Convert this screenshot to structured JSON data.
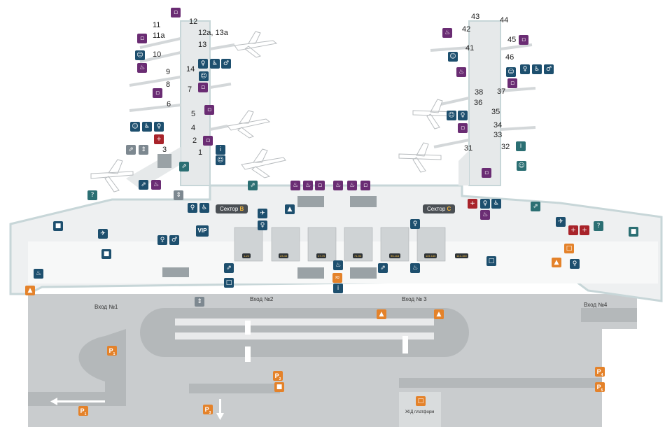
{
  "map": {
    "gates": [
      "1",
      "2",
      "3",
      "4",
      "5",
      "6",
      "7",
      "8",
      "9",
      "10",
      "11",
      "11a",
      "12",
      "12a, 13a",
      "13",
      "14",
      "31",
      "32",
      "33",
      "34",
      "35",
      "36",
      "37",
      "38",
      "41",
      "42",
      "43",
      "44",
      "45",
      "46"
    ],
    "sectors": [
      {
        "prefix": "Сектор",
        "letter": "B"
      },
      {
        "prefix": "Сектор",
        "letter": "C"
      }
    ],
    "vip": "VIP",
    "entrances": [
      "Вход №1",
      "Вход №2",
      "Вход № 3",
      "Вход №4"
    ],
    "railway": "Ж/Д платформ",
    "parking": [
      {
        "p": "P",
        "n": "1"
      },
      {
        "p": "P",
        "n": "2"
      },
      {
        "p": "P",
        "n": "3"
      },
      {
        "p": "P",
        "n": "4"
      },
      {
        "p": "P",
        "n": "5"
      }
    ],
    "checkin_zones": [
      "1-22",
      "23-44",
      "47-70",
      "71-94",
      "95-118",
      "119-140",
      "141-160"
    ],
    "colors": {
      "service_blue": "#1d4f6e",
      "shop_purple": "#6a2c73",
      "medical_red": "#a8232a",
      "info_teal": "#2b6f73",
      "parking_orange": "#e4822a",
      "terminal_floor": "#f1f2f3",
      "terminal_edge": "#cfd8da",
      "road": "#b9bcbe"
    },
    "icons": [
      "food-icon",
      "shop-icon",
      "toilet-icon",
      "wheelchair-icon",
      "baby-room-icon",
      "info-icon",
      "escalator-icon",
      "elevator-icon",
      "medical-icon",
      "departure-icon",
      "arrival-icon",
      "taxi-icon",
      "bus-icon",
      "atm-icon",
      "wifi-icon",
      "train-icon"
    ]
  }
}
